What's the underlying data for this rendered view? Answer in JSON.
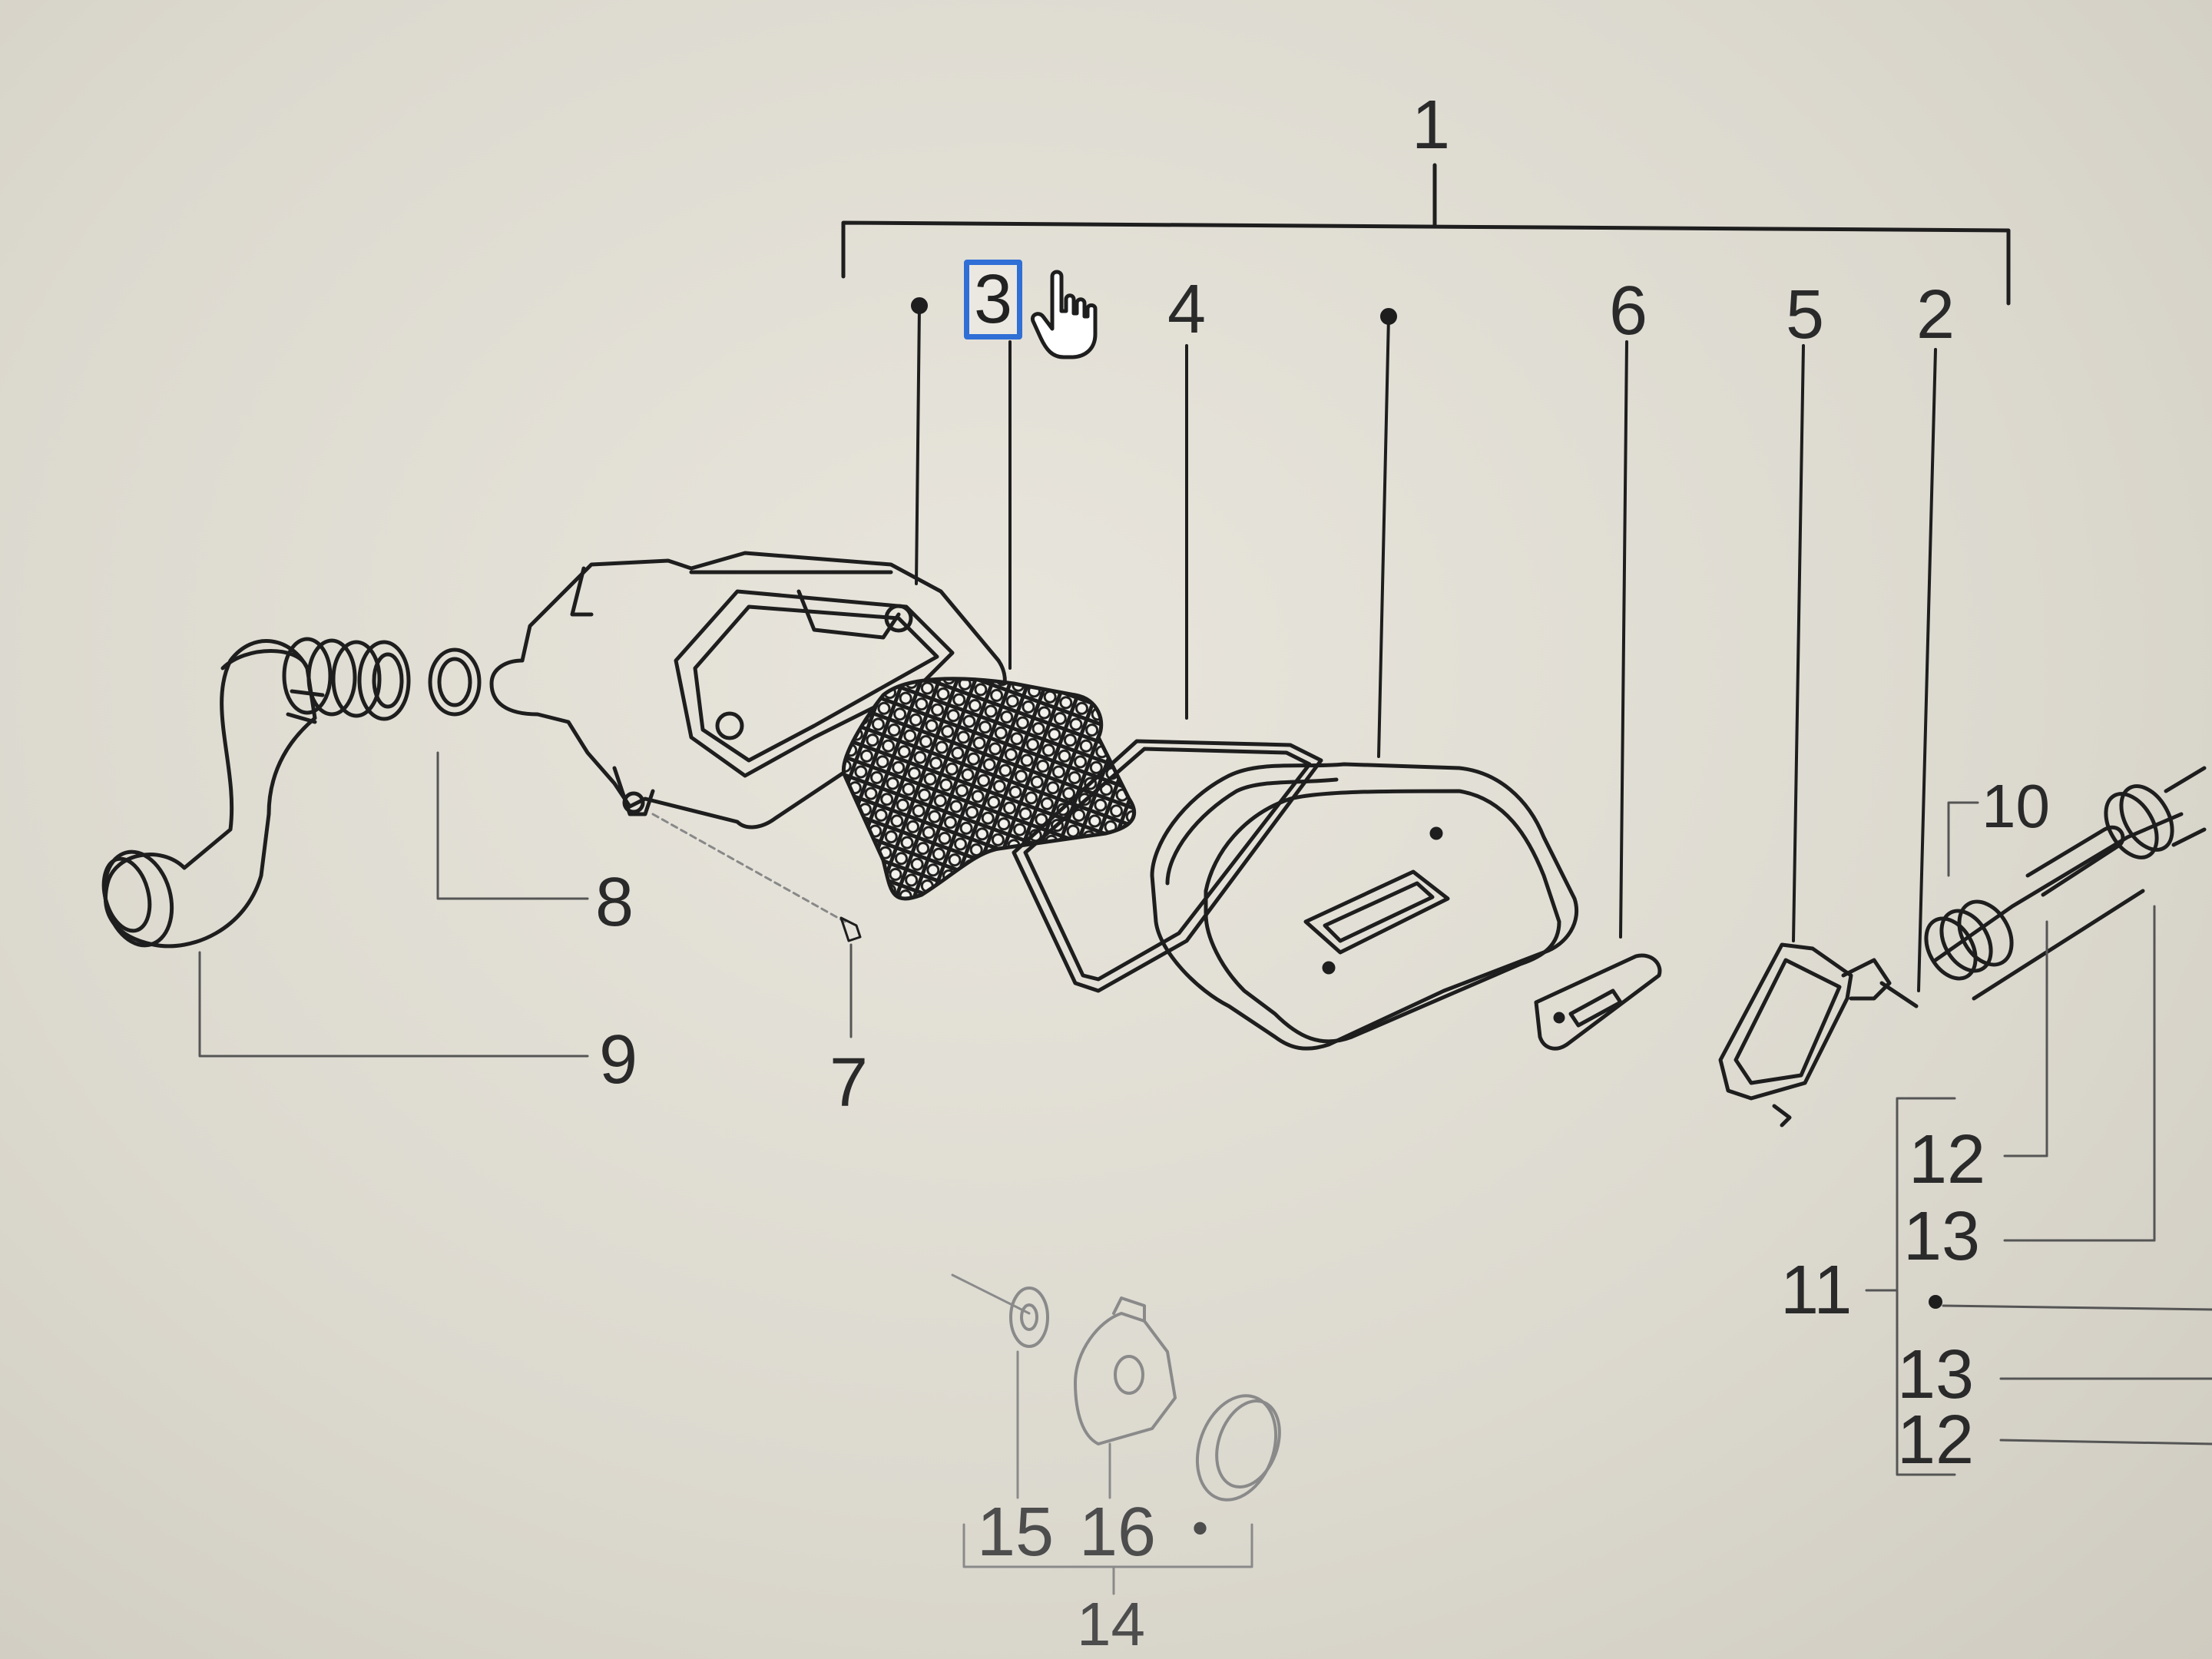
{
  "diagram": {
    "callouts": {
      "c1": "1",
      "c2": "2",
      "c3": "3",
      "c4": "4",
      "c5": "5",
      "c6": "6",
      "c7": "7",
      "c8": "8",
      "c9": "9",
      "c10": "10",
      "c11": "11",
      "c12a": "12",
      "c13a": "13",
      "c13b": "13",
      "c12b": "12",
      "c14": "14",
      "c15": "15",
      "c16": "16"
    },
    "selected_callout": "3",
    "colors": {
      "selection_border": "#2f6fd6",
      "line": "#1e1e1e",
      "faint_line": "#8a8a8a"
    },
    "cursor_icon": "hand-pointer-icon"
  }
}
